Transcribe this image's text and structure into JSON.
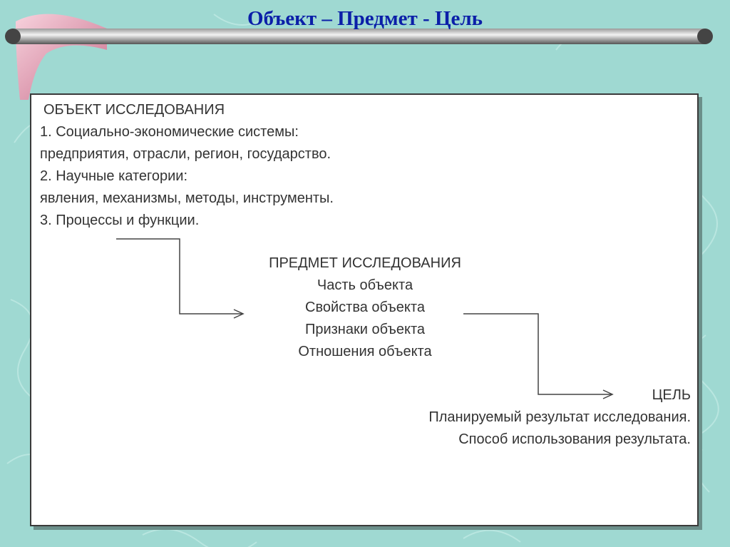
{
  "slide": {
    "title": "Объект – Предмет - Цель"
  },
  "object": {
    "heading": "ОБЪЕКТ ИССЛЕДОВАНИЯ",
    "lines": [
      "1. Социально-экономические системы:",
      "предприятия, отрасли, регион, государство.",
      "2. Научные категории:",
      "явления, механизмы, методы, инструменты.",
      "3. Процессы и функции."
    ]
  },
  "subject": {
    "heading": "ПРЕДМЕТ ИССЛЕДОВАНИЯ",
    "lines": [
      "Часть объекта",
      "Свойства объекта",
      "Признаки объекта",
      "Отношения объекта"
    ]
  },
  "goal": {
    "heading": "ЦЕЛЬ",
    "lines": [
      "Планируемый результат исследования.",
      "Способ использования результата."
    ]
  },
  "colors": {
    "background": "#9fd9d2",
    "title": "#0b1fa8",
    "text": "#333333",
    "accent_pink": "#e8a4b8"
  }
}
